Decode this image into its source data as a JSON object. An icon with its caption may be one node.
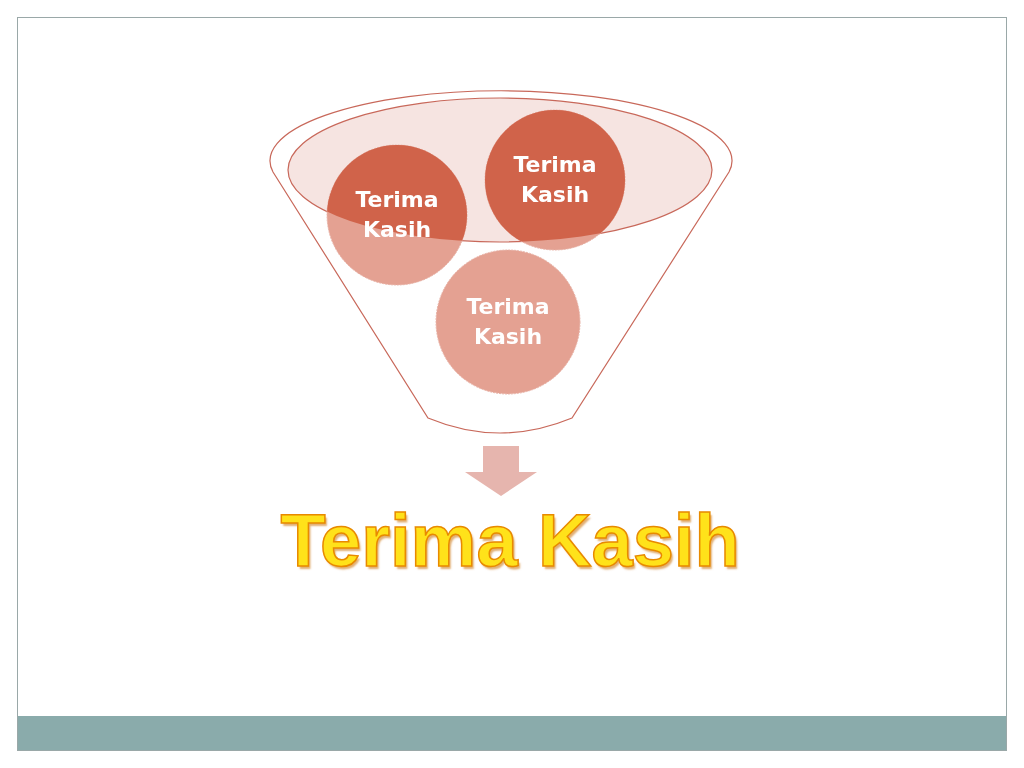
{
  "diagram": {
    "nodes": [
      {
        "text": [],
        "shape": "funnel"
      },
      {
        "text": [
          "Terima Kasih"
        ],
        "in": 0
      },
      {
        "text": [
          "Terima Kasih"
        ],
        "in": 0
      },
      {
        "text": [
          "Terima Kasih"
        ],
        "in": 0
      },
      {
        "text": [
          "Terima Kasih"
        ]
      }
    ],
    "edges": [
      {
        "from": 0,
        "to": 4,
        "arrow": "to"
      }
    ]
  }
}
